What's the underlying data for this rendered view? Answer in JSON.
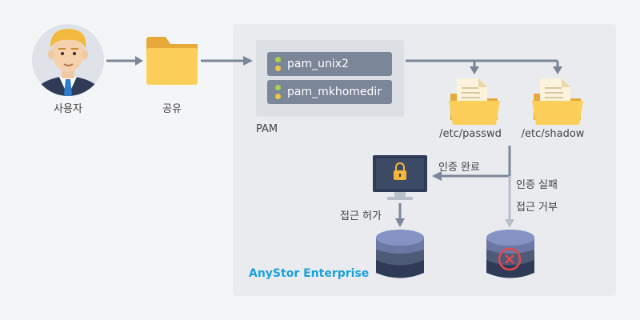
{
  "user_label": "사용자",
  "share_label": "공유",
  "pam": {
    "title": "PAM",
    "modules": [
      "pam_unix2",
      "pam_mkhomedir"
    ]
  },
  "files": [
    {
      "label": "/etc/passwd"
    },
    {
      "label": "/etc/shadow"
    }
  ],
  "auth_success_label": "인증 완료",
  "auth_fail_label": "인증 실패",
  "access_allow_label": "접근 허가",
  "access_deny_label": "접근 거부",
  "brand": {
    "name": "AnyStor Enterprise",
    "color": "#1aa2dc"
  }
}
